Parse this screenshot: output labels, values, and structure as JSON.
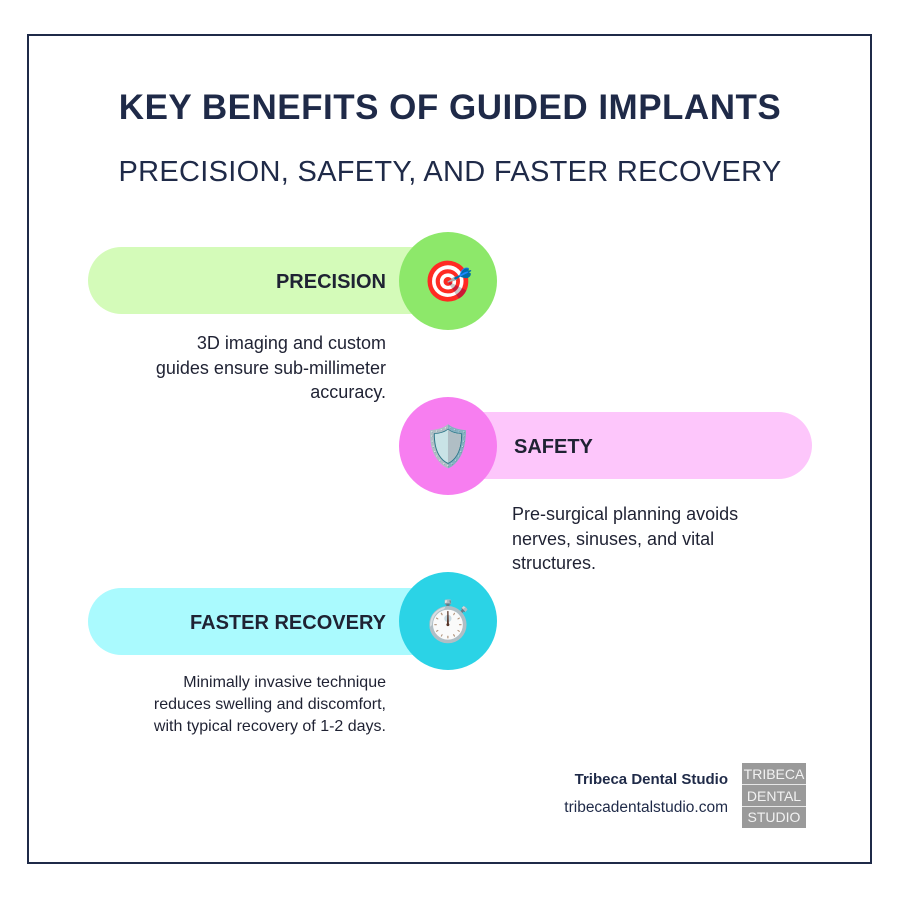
{
  "title": "KEY BENEFITS OF GUIDED IMPLANTS",
  "subtitle": "PRECISION, SAFETY, AND FASTER RECOVERY",
  "benefits": [
    {
      "label": "PRECISION",
      "icon": "target-dart-icon",
      "glyph": "🎯",
      "pill_color": "#d4fbb9",
      "circle_color": "#8de86a",
      "lines": [
        "3D imaging and custom",
        "guides ensure sub-millimeter",
        "accuracy."
      ]
    },
    {
      "label": "SAFETY",
      "icon": "shield-icon",
      "glyph": "🛡️",
      "pill_color": "#fdc6fb",
      "circle_color": "#f77ef0",
      "lines": [
        "Pre-surgical planning avoids",
        "nerves, sinuses, and vital",
        "structures."
      ]
    },
    {
      "label": "FASTER RECOVERY",
      "icon": "stopwatch-icon",
      "glyph": "⏱️",
      "pill_color": "#aafafe",
      "circle_color": "#2bd3e6",
      "lines": [
        "Minimally invasive technique",
        "reduces swelling and discomfort,",
        "with typical recovery of 1-2 days."
      ]
    }
  ],
  "footer": {
    "brand": "Tribeca Dental Studio",
    "url": "tribecadentalstudio.com",
    "logo_lines": [
      "TRIBECA",
      "DENTAL",
      "STUDIO"
    ]
  }
}
